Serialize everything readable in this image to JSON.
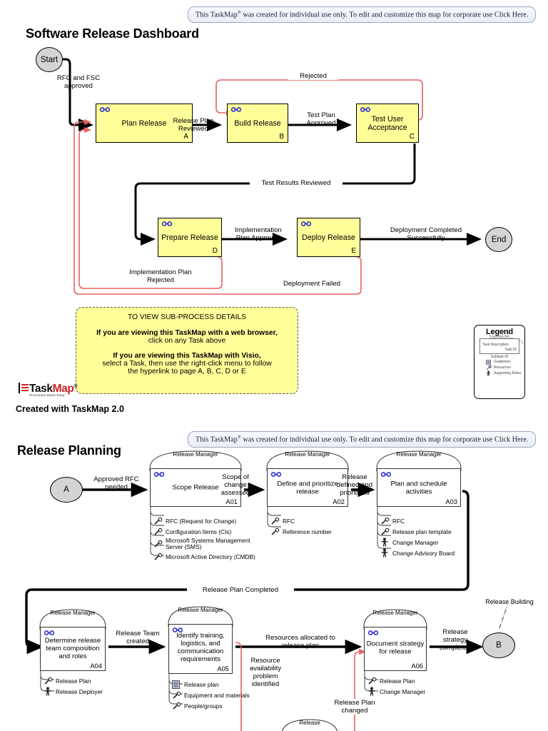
{
  "notice": {
    "text_before": "This TaskMap",
    "mark": "®",
    "text_after": "was created for individual use only. To edit and customize this map for corporate use Click Here."
  },
  "dashboard": {
    "title": "Software Release Dashboard",
    "footer": "Created with TaskMap 2.0",
    "start_label": "Start",
    "end_label": "End",
    "tasks": [
      {
        "name": "Plan Release",
        "id": "A",
        "icon": "link-icon"
      },
      {
        "name": "Build Release",
        "id": "B",
        "icon": "link-icon"
      },
      {
        "name": "Test User\nAcceptance",
        "id": "C",
        "icon": "link-icon"
      },
      {
        "name": "Prepare Release",
        "id": "D",
        "icon": "link-icon"
      },
      {
        "name": "Deploy Release",
        "id": "E",
        "icon": "link-icon"
      }
    ],
    "flows": [
      {
        "label": "RFC and FSC\napproved",
        "kind": "normal"
      },
      {
        "label": "Release Plan\nReviewed",
        "kind": "normal"
      },
      {
        "label": "Test Plan\nApproved",
        "kind": "normal"
      },
      {
        "label": "Rejected",
        "kind": "exception"
      },
      {
        "label": "Test Results Reviewed",
        "kind": "normal"
      },
      {
        "label": "Implementation\nPlan Approved",
        "kind": "normal"
      },
      {
        "label": "Deployment Completed\nSuccessfully",
        "kind": "normal"
      },
      {
        "label": "Implementation Plan\nRejected",
        "kind": "exception"
      },
      {
        "label": "Deployment Failed",
        "kind": "exception"
      }
    ],
    "callout": {
      "heading": "TO VIEW SUB-PROCESS DETAILS",
      "line1_bold": "If you are viewing this TaskMap with a web browser,",
      "line1_normal": "click on any Task above",
      "line2_bold": "If you are viewing this TaskMap with Visio,",
      "line2_normal_a": "select a Task, then use the right-click menu to follow",
      "line2_normal_b": "the hyperlink to page A, B, C, D or E"
    },
    "legend": {
      "title": "Legend",
      "responsible_role": "Responsible\nRole",
      "task_description": "Task Description",
      "task_id": "Task ID",
      "subtask_id": "Subtask ID",
      "rows": [
        {
          "icon": "guidelines-icon",
          "label": "Guidelines"
        },
        {
          "icon": "resources-icon",
          "label": "Resources"
        },
        {
          "icon": "supporting-roles-icon",
          "label": "Supporting Roles"
        }
      ]
    },
    "logo": {
      "text_a": "Task",
      "text_b": "Map",
      "reg": "®",
      "tagline": "Processes Made Easy"
    }
  },
  "planning": {
    "title": "Release Planning",
    "connector_in": "A",
    "connector_out": "B",
    "connector_out_caption": "Release Building",
    "tasks": [
      {
        "role": "Release\nManager",
        "name": "Scope Release",
        "id": "A01",
        "icon": "link-icon",
        "subitems": [
          {
            "icon": "resources-icon",
            "label": "RFC (Request for Change)"
          },
          {
            "icon": "resources-icon",
            "label": "Configuration Items (CIs)"
          },
          {
            "icon": "resources-icon",
            "label": "Microsoft Systems Management\nServer (SMS)"
          },
          {
            "icon": "resources-icon",
            "label": "Microsoft Active Directory (CMDB)"
          }
        ]
      },
      {
        "role": "Release\nManager",
        "name": "Define and\nprioritize release",
        "id": "A02",
        "icon": "link-icon",
        "subitems": [
          {
            "icon": "resources-icon",
            "label": "RFC"
          },
          {
            "icon": "resources-icon",
            "label": "Reference number"
          }
        ]
      },
      {
        "role": "Release\nManager",
        "name": "Plan and\nschedule activities",
        "id": "A03",
        "icon": "link-icon",
        "subitems": [
          {
            "icon": "resources-icon",
            "label": "RFC"
          },
          {
            "icon": "resources-icon",
            "label": "Release plan template"
          },
          {
            "icon": "supporting-roles-icon",
            "label": "Change Manager"
          },
          {
            "icon": "supporting-roles-icon",
            "label": "Change Advisory Board"
          }
        ]
      },
      {
        "role": "Release\nManager",
        "name": "Determine release\nteam composition\nand roles",
        "id": "A04",
        "icon": "link-icon",
        "subitems": [
          {
            "icon": "resources-icon",
            "label": "Release Plan"
          },
          {
            "icon": "supporting-roles-icon",
            "label": "Release Deployer"
          }
        ]
      },
      {
        "role": "Release\nManager",
        "name": "Identify training,\nlogistics, and\ncommunication\nrequirements",
        "id": "A05",
        "icon": "link-icon",
        "subitems": [
          {
            "icon": "guidelines-icon",
            "label": "Release plan"
          },
          {
            "icon": "resources-icon",
            "label": "Equipment and materials"
          },
          {
            "icon": "resources-icon",
            "label": "People/groups"
          }
        ]
      },
      {
        "role": "Release\nManager",
        "name": "Document\nstrategy for\nrelease",
        "id": "A06",
        "icon": "link-icon",
        "subitems": [
          {
            "icon": "resources-icon",
            "label": "Release Plan"
          },
          {
            "icon": "supporting-roles-icon",
            "label": "Change Manager"
          }
        ]
      },
      {
        "role": "Release",
        "name": "",
        "id": "",
        "icon": "link-icon",
        "subitems": []
      }
    ],
    "flows": [
      {
        "label": "Approved RFC\nneeded",
        "kind": "normal"
      },
      {
        "label": "Scope of\nchange\nassessed",
        "kind": "normal"
      },
      {
        "label": "Release\ndefined and\nprioritized",
        "kind": "normal"
      },
      {
        "label": "Release Plan Completed",
        "kind": "normal"
      },
      {
        "label": "Release Team\ncreated",
        "kind": "normal"
      },
      {
        "label": "Resources allocated to\nrelease plan",
        "kind": "normal"
      },
      {
        "label": "Resource\navailability\nproblem\nidentified",
        "kind": "exception"
      },
      {
        "label": "Release Plan\nchanged",
        "kind": "exception"
      },
      {
        "label": "Release\nstrategy\ncompleted",
        "kind": "normal"
      }
    ]
  },
  "colors": {
    "task_fill": "#ffff99",
    "terminator_fill": "#d4d4d4",
    "exception_line": "#f08080",
    "normal_line": "#000000",
    "icon_blue": "#3333cc"
  }
}
